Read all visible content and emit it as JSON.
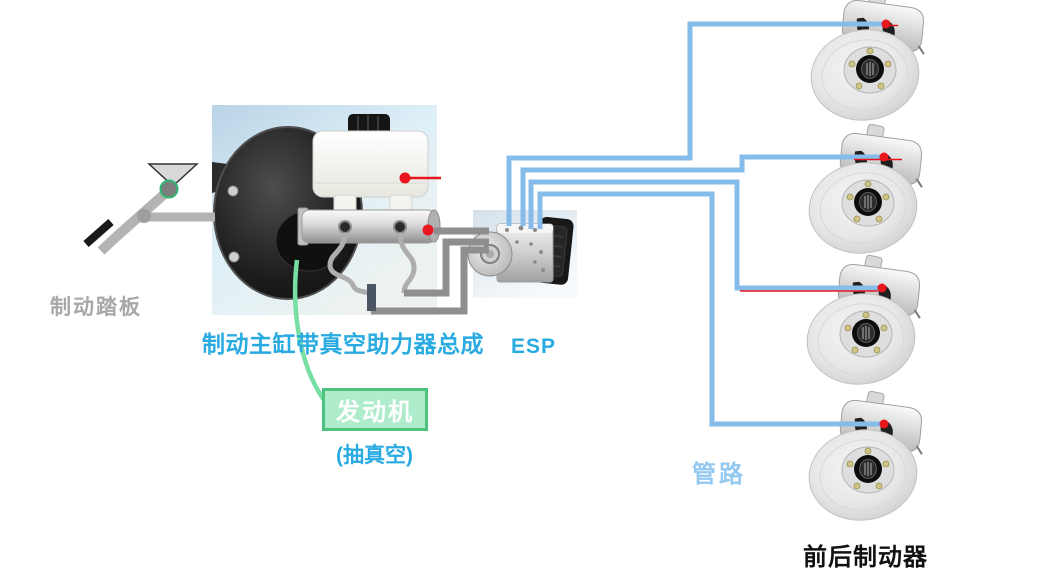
{
  "labels": {
    "brake_pedal": "制动踏板",
    "master_cylinder_assembly": "制动主缸带真空助力器总成",
    "esp": "ESP",
    "engine": "发动机",
    "vacuum_note": "(抽真空)",
    "pipelines": "管路",
    "front_rear_brakes": "前后制动器"
  },
  "colors": {
    "label_blue": "#29abe2",
    "label_gray": "#a8a8a8",
    "pipeline_label_blue": "#93c9f0",
    "pipe_blue": "#85bce9",
    "pipe_gray": "#8f8f8f",
    "pipe_dark_stub": "#4b5563",
    "engine_box_fill": "#aeeccb",
    "engine_box_border": "#4ec27f",
    "engine_text": "#ffffff",
    "curve_green": "#77dfa4",
    "marker_red": "#e8161d",
    "text_black": "#111111"
  },
  "illustrations": [
    {
      "name": "brake-pedal-icon"
    },
    {
      "name": "vacuum-booster-master-cylinder-image"
    },
    {
      "name": "esp-hydraulic-unit-image"
    },
    {
      "name": "disc-brake-front-left"
    },
    {
      "name": "disc-brake-front-right"
    },
    {
      "name": "disc-brake-rear-left"
    },
    {
      "name": "disc-brake-rear-right"
    }
  ]
}
